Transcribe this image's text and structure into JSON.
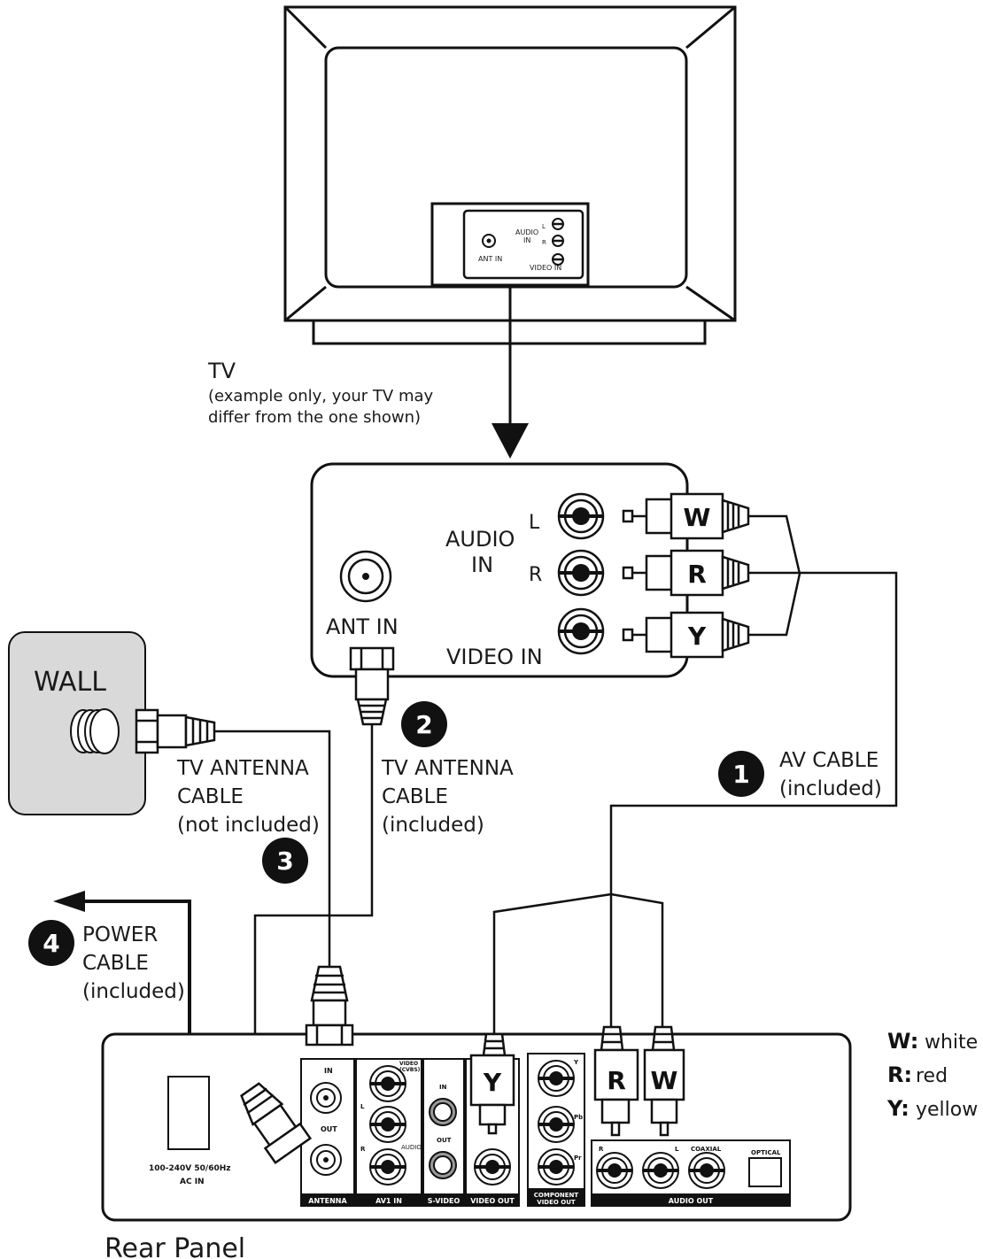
{
  "tv": {
    "panel": {
      "ant_in": "ANT IN",
      "audio": "AUDIO",
      "in": "IN",
      "l": "L",
      "r": "R",
      "video_in": "VIDEO IN"
    },
    "caption": "TV",
    "note_line1": "(example only, your TV may",
    "note_line2": "differ from the one shown)"
  },
  "tv_panel_zoom": {
    "audio": "AUDIO",
    "in": "IN",
    "l": "L",
    "r": "R",
    "ant_in": "ANT IN",
    "video_in": "VIDEO IN",
    "plug_w": "W",
    "plug_r": "R",
    "plug_y": "Y"
  },
  "wall": {
    "label": "WALL"
  },
  "steps": {
    "s1": {
      "num": "1",
      "line1": "AV CABLE",
      "line2": "(included)"
    },
    "s2": {
      "num": "2",
      "line1": "TV ANTENNA",
      "line2": "CABLE",
      "line3": "(included)"
    },
    "s3": {
      "num": "3",
      "line1": "TV ANTENNA",
      "line2": "CABLE",
      "line3": "(not included)"
    },
    "s4": {
      "num": "4",
      "line1": "POWER",
      "line2": "CABLE",
      "line3": "(included)"
    }
  },
  "legend": {
    "w_key": "W:",
    "w_val": "white",
    "r_key": "R:",
    "r_val": "red",
    "y_key": "Y:",
    "y_val": "yellow"
  },
  "rear_panel": {
    "caption": "Rear Panel",
    "ac_rating": "100-240V  50/60Hz",
    "ac_in": "AC IN",
    "ant_in": "IN",
    "ant_out": "OUT",
    "video_cvbs_1": "VIDEO",
    "video_cvbs_2": "(CVBS)",
    "l": "L",
    "r": "R",
    "audio": "AUDIO",
    "svideo_in": "IN",
    "svideo_out": "OUT",
    "y": "Y",
    "pb": "Pb",
    "pr": "Pr",
    "coaxial": "COAXIAL",
    "optical": "OPTICAL",
    "section_antenna": "ANTENNA",
    "section_av1": "AV1 IN",
    "section_svideo": "S-VIDEO",
    "section_videoout": "VIDEO OUT",
    "section_component_1": "COMPONENT",
    "section_component_2": "VIDEO OUT",
    "section_audioout": "AUDIO OUT",
    "plug_y": "Y",
    "plug_r": "R",
    "plug_w": "W"
  }
}
